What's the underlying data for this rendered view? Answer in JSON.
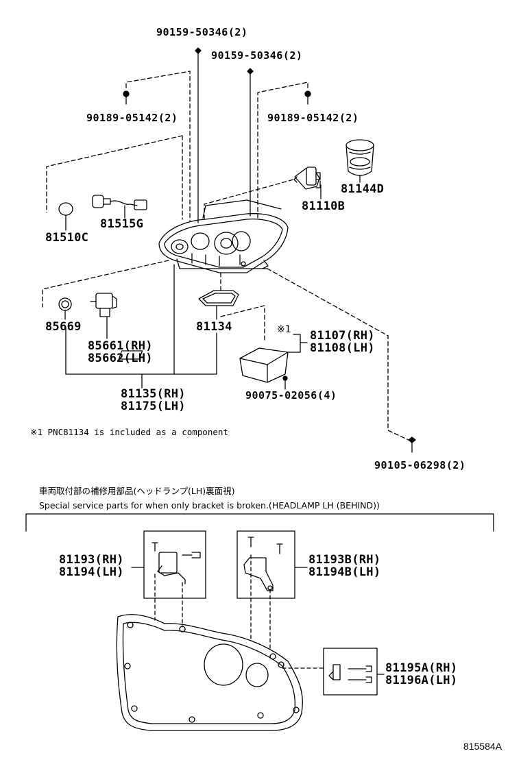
{
  "parts": {
    "screw_90159_a": "90159-50346(2)",
    "screw_90159_b": "90159-50346(2)",
    "clip_90189_left": "90189-05142(2)",
    "clip_90189_right": "90189-05142(2)",
    "part_81144D": "81144D",
    "part_81110B": "81110B",
    "part_81515G": "81515G",
    "part_81510C": "81510C",
    "part_85669": "85669",
    "part_85661_rh": "85661(RH)",
    "part_85662_lh": "85662(LH)",
    "part_81134": "81134",
    "ref_mark": "※1",
    "part_81107_rh": "81107(RH)",
    "part_81108_lh": "81108(LH)",
    "screw_90075": "90075-02056(4)",
    "part_81135_rh": "81135(RH)",
    "part_81175_lh": "81175(LH)",
    "bolt_90105": "90105-06298(2)",
    "part_81193_rh": "81193(RH)",
    "part_81194_lh": "81194(LH)",
    "part_81193B_rh": "81193B(RH)",
    "part_81194B_lh": "81194B(LH)",
    "part_81195A_rh": "81195A(RH)",
    "part_81196A_lh": "81196A(LH)"
  },
  "notes": {
    "footnote": "※1 PNC81134 is included as a component",
    "section_jp": "車両取付部の補修用部品(ヘッドランプ(LH)裏面視)",
    "section_en": "Special service parts for when only bracket is broken.(HEADLAMP LH (BEHIND))"
  },
  "diagram_code": "815584A"
}
